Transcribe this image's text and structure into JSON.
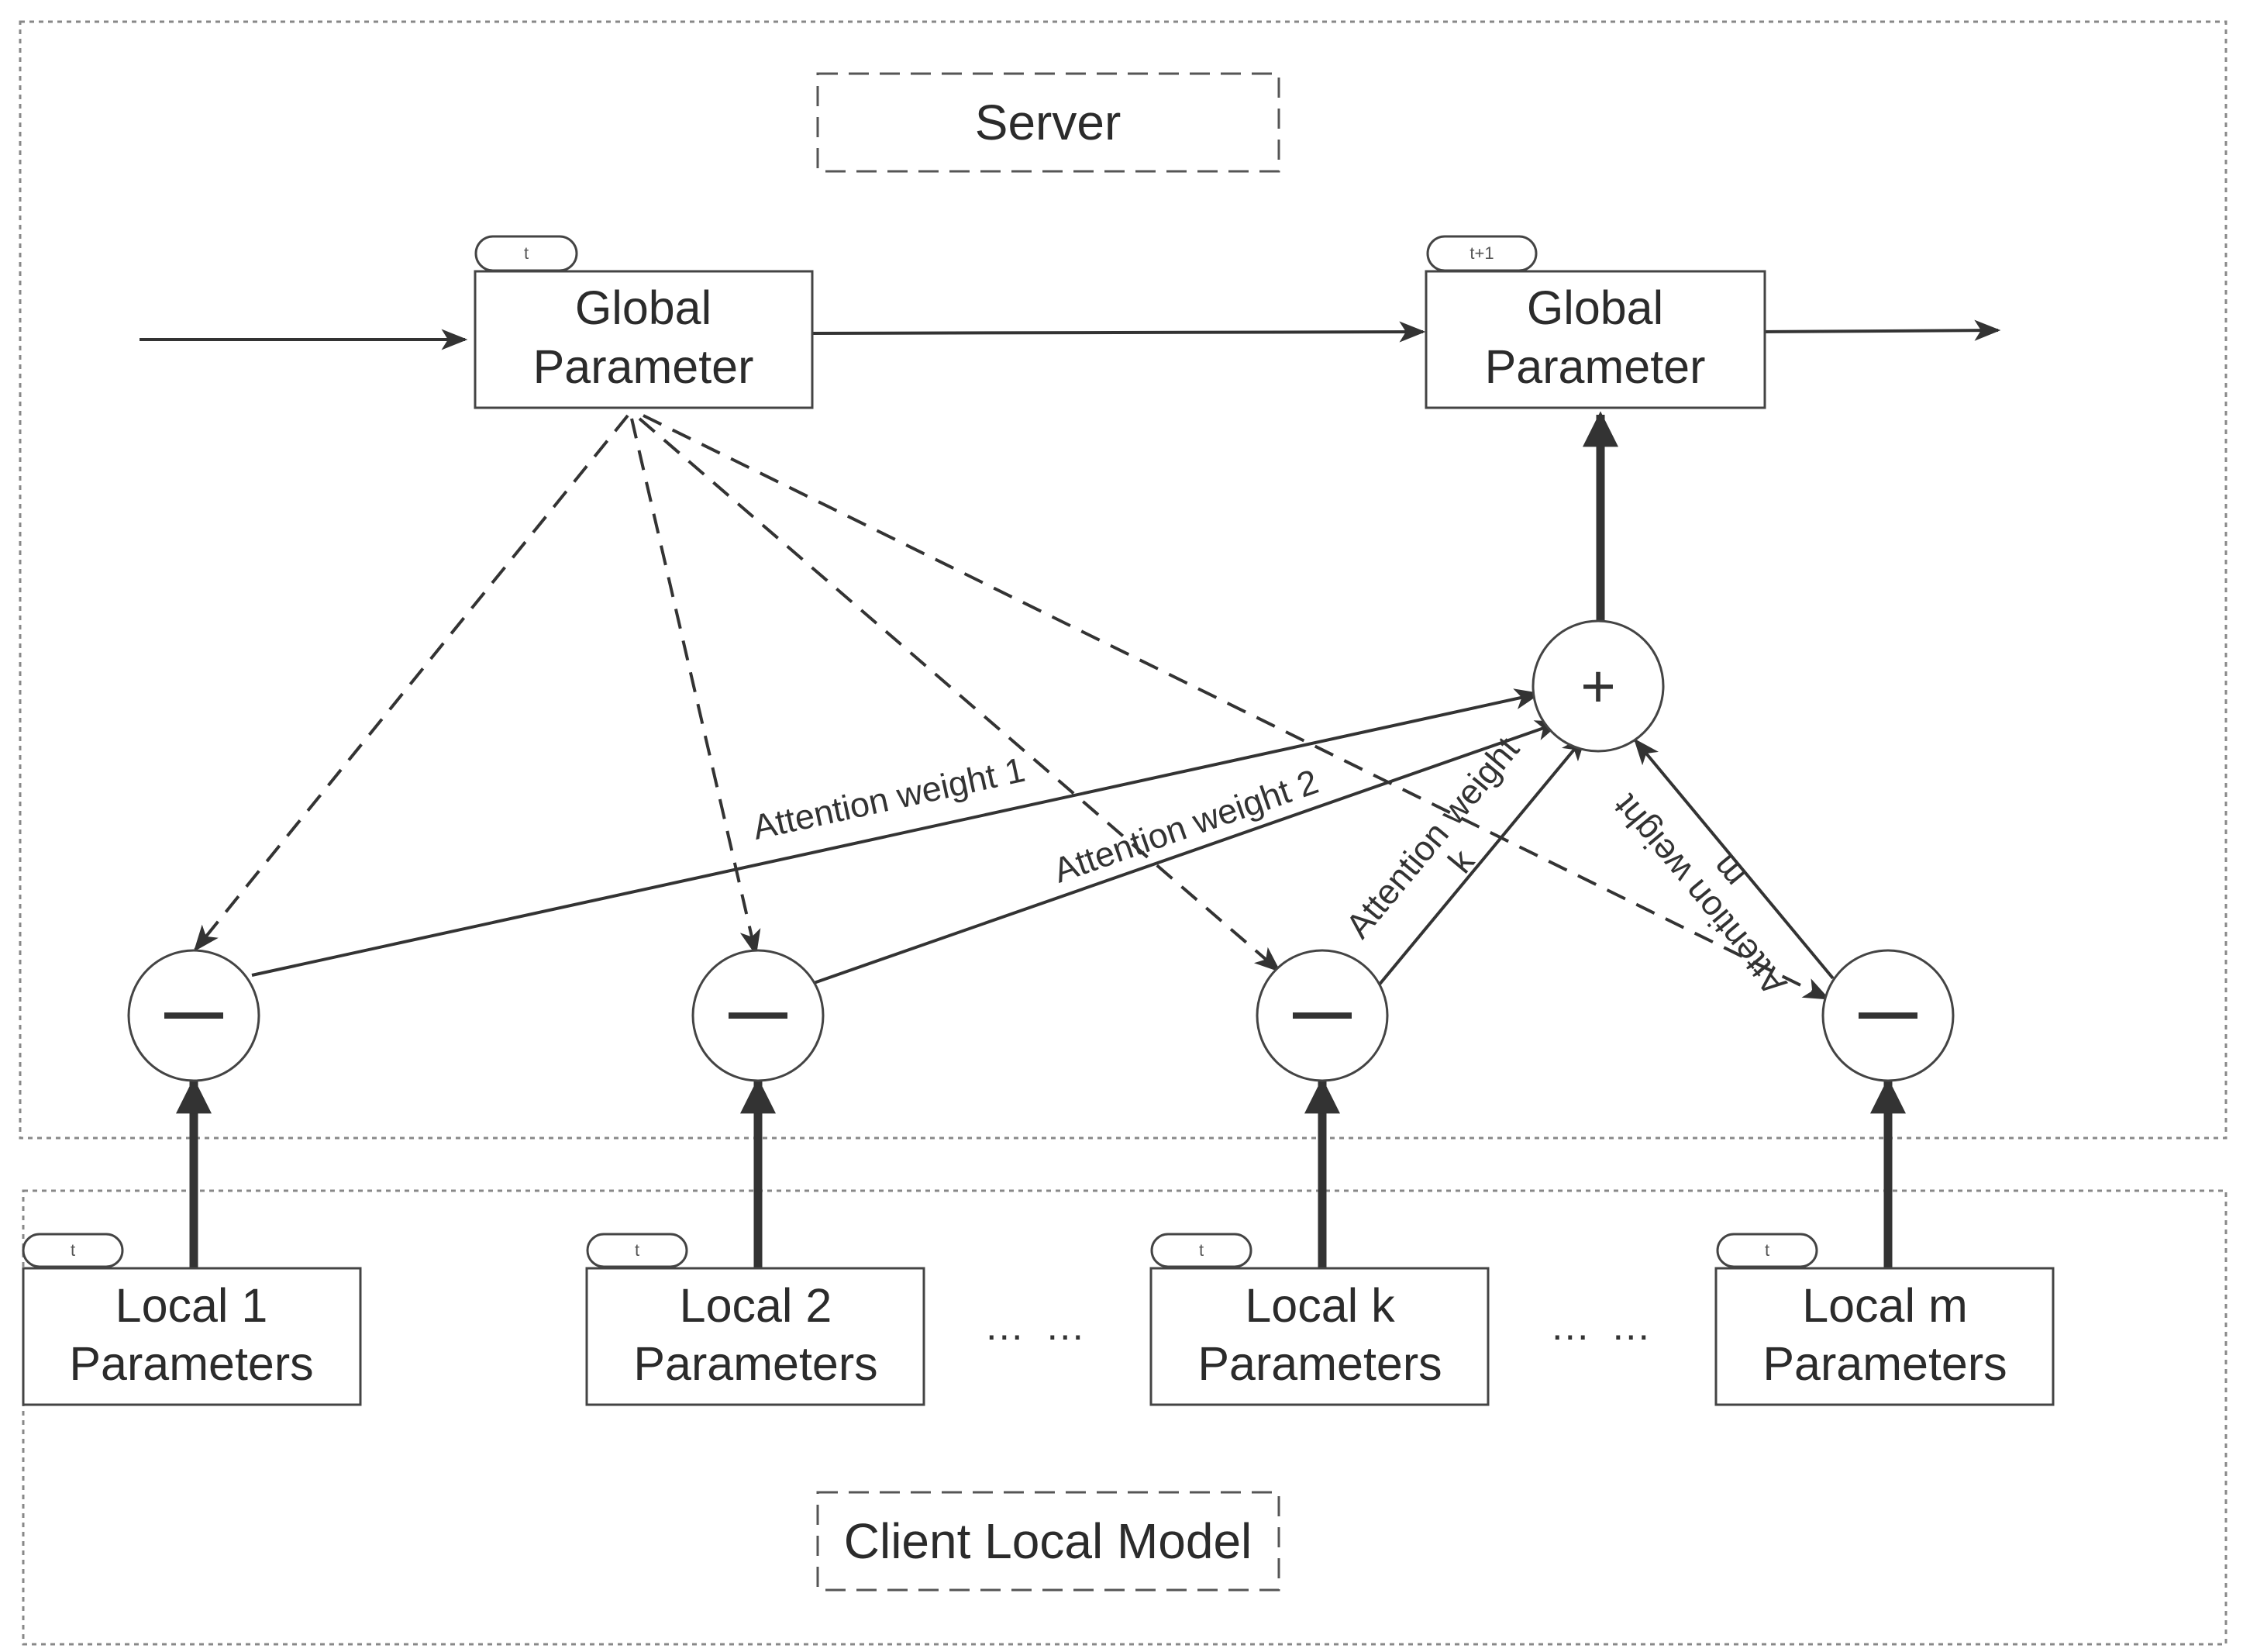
{
  "regions": {
    "server_label": "Server",
    "client_label": "Client Local Model"
  },
  "global_params": [
    {
      "tag": "t",
      "line1": "Global",
      "line2": "Parameter"
    },
    {
      "tag": "t+1",
      "line1": "Global",
      "line2": "Parameter"
    }
  ],
  "locals": [
    {
      "tag": "t",
      "line1": "Local 1",
      "line2": "Parameters"
    },
    {
      "tag": "t",
      "line1": "Local 2",
      "line2": "Parameters"
    },
    {
      "tag": "t",
      "line1": "Local k",
      "line2": "Parameters"
    },
    {
      "tag": "t",
      "line1": "Local m",
      "line2": "Parameters"
    }
  ],
  "operators": {
    "subtract": "−",
    "add": "+"
  },
  "ellipses": [
    "… …",
    "… …"
  ],
  "attention_weights": [
    {
      "line1": "Attention weight 1"
    },
    {
      "line1": "Attention weight 2"
    },
    {
      "line1": "Attention weight",
      "line2": "k"
    },
    {
      "line1": "Attention weight",
      "line2": "m"
    }
  ],
  "colors": {
    "stroke": "#333333",
    "region_border": "#888888",
    "node_fill": "#ffffff",
    "text": "#2b2b2b"
  }
}
